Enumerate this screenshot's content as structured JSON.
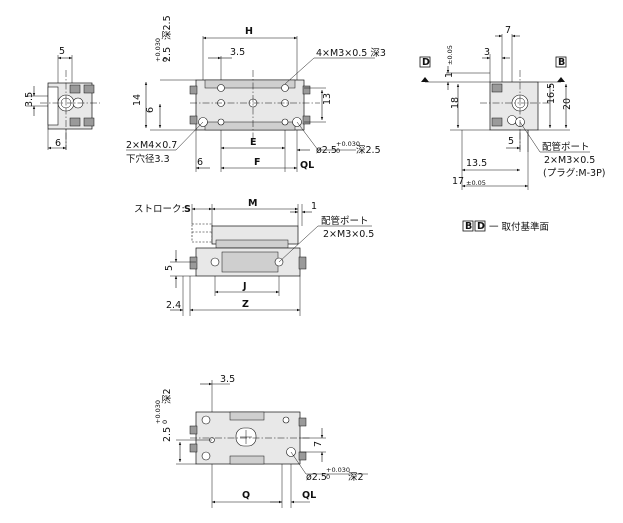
{
  "views": {
    "side_left": {
      "w": "5",
      "h": "3.5",
      "bottom": "6"
    },
    "top": {
      "depth1": "2.5",
      "depth1_tol": "+0.030\n0",
      "depth1_suffix": "深2.5",
      "H": "H",
      "d35": "3.5",
      "hole_callout": "4×M3×0.5 深3",
      "d14": "14",
      "d6": "6",
      "d13": "13",
      "d6b": "6",
      "E": "E",
      "F": "F",
      "QL": "QL",
      "pin_hole": "ø2.5",
      "pin_tol": "+0.030\n0",
      "pin_depth": "深2.5",
      "mount_callout": "2×M4×0.7",
      "mount_sub": "下穴径3.3"
    },
    "side_right": {
      "d7": "7",
      "d3": "3",
      "d1": "1",
      "d1_tol": "±0.05",
      "datumD": "D",
      "datumB": "B",
      "d18": "18",
      "d165": "16.5",
      "d20": "20",
      "d5": "5",
      "d135": "13.5",
      "d17": "17",
      "d17_tol": "±0.05",
      "port_label": "配管ポート",
      "port_callout": "2×M3×0.5",
      "port_plug": "(プラグ:M-3P)"
    },
    "legend": {
      "b": "B",
      "d": "D",
      "text": "一 取付基準面"
    },
    "front": {
      "stroke": "ストローク:",
      "S": "S",
      "M": "M",
      "d1": "1",
      "port_label": "配管ポート",
      "port_callout": "2×M3×0.5",
      "d5": "5",
      "J": "J",
      "Z": "Z",
      "d24": "2.4"
    },
    "bottom": {
      "d35": "3.5",
      "depth": "2.5",
      "depth_tol": "+0.030\n0",
      "depth_suffix": "深2",
      "d7": "7",
      "pin_hole": "ø2.5",
      "pin_tol": "+0.030\n0",
      "pin_depth": "深2",
      "Q": "Q",
      "QL": "QL"
    }
  }
}
